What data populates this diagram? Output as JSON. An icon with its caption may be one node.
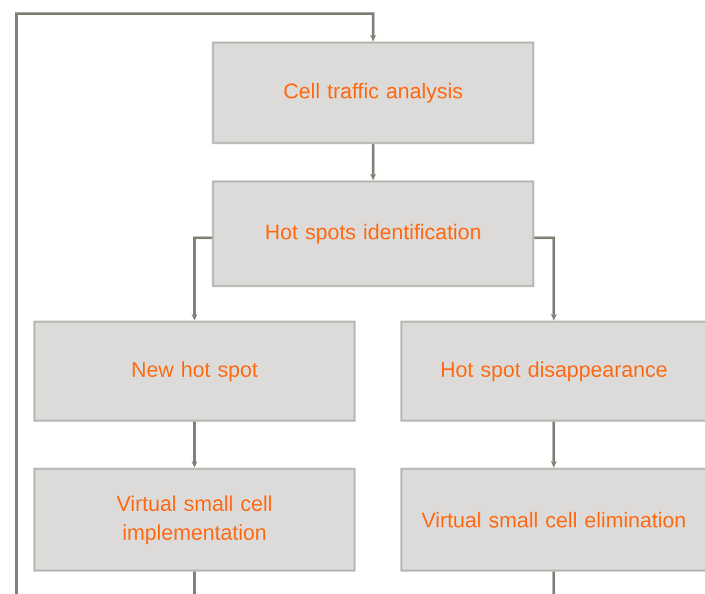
{
  "diagram": {
    "nodes": [
      {
        "text": [
          "Cell traffic analysis"
        ]
      },
      {
        "text": [
          "Hot spots identification"
        ]
      },
      {
        "text": [
          "New hot spot"
        ]
      },
      {
        "text": [
          "Hot spot disappearance"
        ]
      },
      {
        "text": [
          "Virtual small cell implementation"
        ]
      },
      {
        "text": [
          "Virtual small cell elimination"
        ]
      }
    ],
    "edges": [
      {
        "from": null,
        "to": 0,
        "arrow": "to"
      },
      {
        "from": 0,
        "to": 1,
        "arrow": "to"
      },
      {
        "from": 1,
        "to": 2,
        "arrow": "to"
      },
      {
        "from": 1,
        "to": 3,
        "arrow": "to"
      },
      {
        "from": 2,
        "to": 4,
        "arrow": "to"
      },
      {
        "from": 3,
        "to": 5,
        "arrow": "to"
      },
      {
        "from": 4,
        "to": null,
        "arrow": "none"
      },
      {
        "from": 5,
        "to": null,
        "arrow": "none"
      }
    ]
  }
}
